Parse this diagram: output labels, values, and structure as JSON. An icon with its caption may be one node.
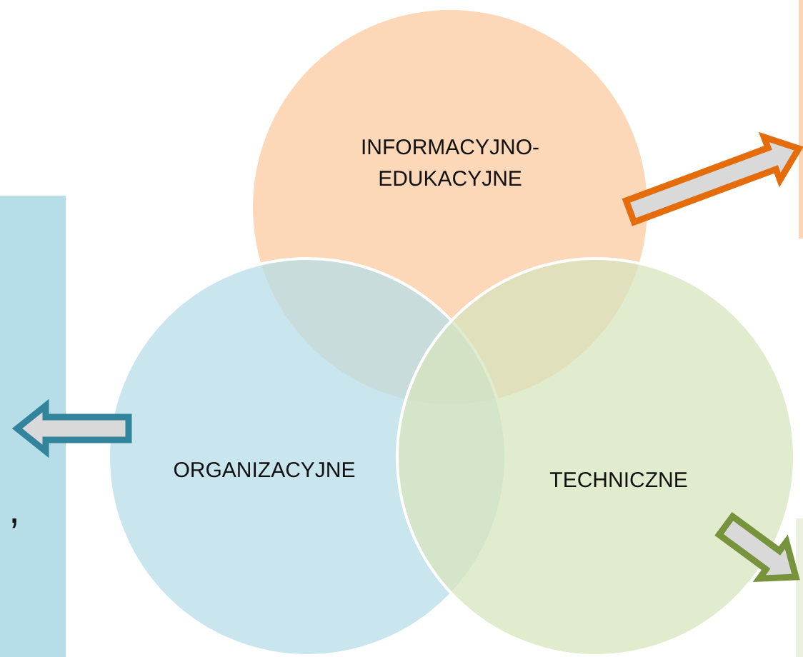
{
  "diagram": {
    "nodes": [
      {
        "text": [
          "INFORMACYJNO- EDUKACYJNE"
        ]
      },
      {
        "text": [
          "ORGANIZACYJNE"
        ]
      },
      {
        "text": [
          "TECHNICZNE"
        ]
      },
      {
        "text": [
          ","
        ]
      },
      {
        "text": [],
        "shape": "box"
      },
      {
        "text": [],
        "shape": "box"
      }
    ],
    "edges": [
      {
        "from": 0,
        "to": 4,
        "arrow": "to",
        "color": "#e46c0a"
      },
      {
        "from": 1,
        "to": 3,
        "arrow": "to",
        "color": "#31849b"
      },
      {
        "from": 2,
        "to": 5,
        "arrow": "to",
        "color": "#77933c"
      }
    ]
  }
}
